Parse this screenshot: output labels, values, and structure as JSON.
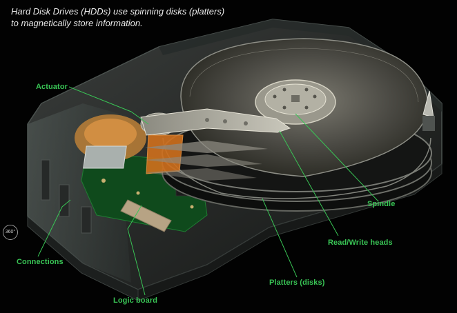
{
  "intro": {
    "line1": "Hard Disk Drives (HDDs) use spinning disks (platters)",
    "line2": "to magnetically store information."
  },
  "labels": {
    "actuator": "Actuator",
    "spindle": "Spindle",
    "read_write_heads": "Read/Write heads",
    "connections": "Connections",
    "platters": "Platters (disks)",
    "logic_board": "Logic board"
  },
  "controls": {
    "rotate_360": "360°"
  },
  "colors": {
    "label_green": "#39c455",
    "leader_line": "#39c455",
    "background": "#000000"
  }
}
